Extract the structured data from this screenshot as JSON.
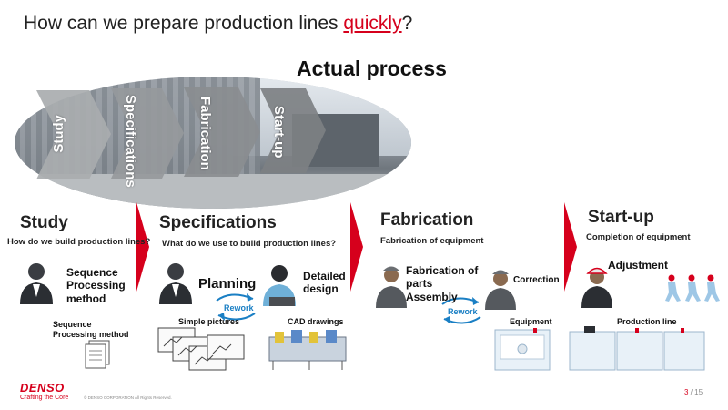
{
  "slide_title": {
    "before": "How can we prepare production lines ",
    "highlight": "quickly",
    "after": "?"
  },
  "actual_process": {
    "label": "Actual process",
    "chevrons": [
      "Study",
      "Specifications",
      "Fabrication",
      "Start-up"
    ]
  },
  "stages": [
    {
      "title": "Study",
      "subtitle": "How do we build production lines?"
    },
    {
      "title": "Specifications",
      "subtitle": "What do we use to build production lines?"
    },
    {
      "title": "Fabrication",
      "subtitle": "Fabrication of equipment"
    },
    {
      "title": "Start-up",
      "subtitle": "Completion of equipment"
    }
  ],
  "labels": {
    "sequence_method": "Sequence\nProcessing\nmethod",
    "sequence_doc": "Sequence\nProcessing method",
    "planning": "Planning",
    "detailed_design": "Detailed\ndesign",
    "simple_pictures": "Simple pictures",
    "cad_drawings": "CAD drawings",
    "fabrication_assembly": "Fabrication of\nparts\nAssembly",
    "correction": "Correction",
    "equipment": "Equipment",
    "adjustment": "Adjustment",
    "production_line": "Production line",
    "rework_1": "Rework",
    "rework_2": "Rework"
  },
  "footer": {
    "logo": "DENSO",
    "tagline": "Crafting the Core",
    "copyright": "© DENSO CORPORATION All Rights Reserved.",
    "page_current": "3",
    "page_total": "/ 15"
  },
  "colors": {
    "accent": "#d6001c",
    "rework": "#1a7fc4"
  }
}
